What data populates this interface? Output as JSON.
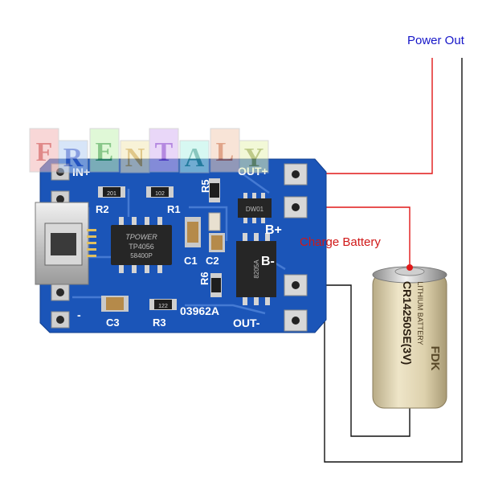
{
  "labels": {
    "power_out": "Power Out",
    "charge_battery": "Charge Battery"
  },
  "watermark": {
    "letters": [
      "F",
      "R",
      "E",
      "N",
      "T",
      "A",
      "L",
      "Y"
    ]
  },
  "board": {
    "silk_in_plus": "IN+",
    "silk_in_minus": "-",
    "silk_out_plus": "OUT+",
    "silk_b_plus": "B+",
    "silk_b_minus": "B-",
    "silk_out_minus": "OUT-",
    "r1": "R1",
    "r2": "R2",
    "r3": "R3",
    "r5": "R5",
    "r6": "R6",
    "c1": "C1",
    "c2": "C2",
    "c3": "C3",
    "board_code": "03962A",
    "ic_main_brand": "TPOWER",
    "ic_main_part": "TP4056",
    "ic_main_code": "58400P",
    "ic_protect": "DW01",
    "ic_mosfet": "8205A",
    "res_r2_code": "201",
    "res_r1_code": "102",
    "res_r3_code": "122"
  },
  "battery": {
    "brand": "FDK",
    "type_text": "LITHIUM BATTERY",
    "model": "CR14250SE(3V)"
  },
  "colors": {
    "pcb": "#1b55b8",
    "wire_positive": "#e01818",
    "wire_negative": "#111111",
    "label_power": "#1515c8",
    "label_charge": "#d01818"
  }
}
